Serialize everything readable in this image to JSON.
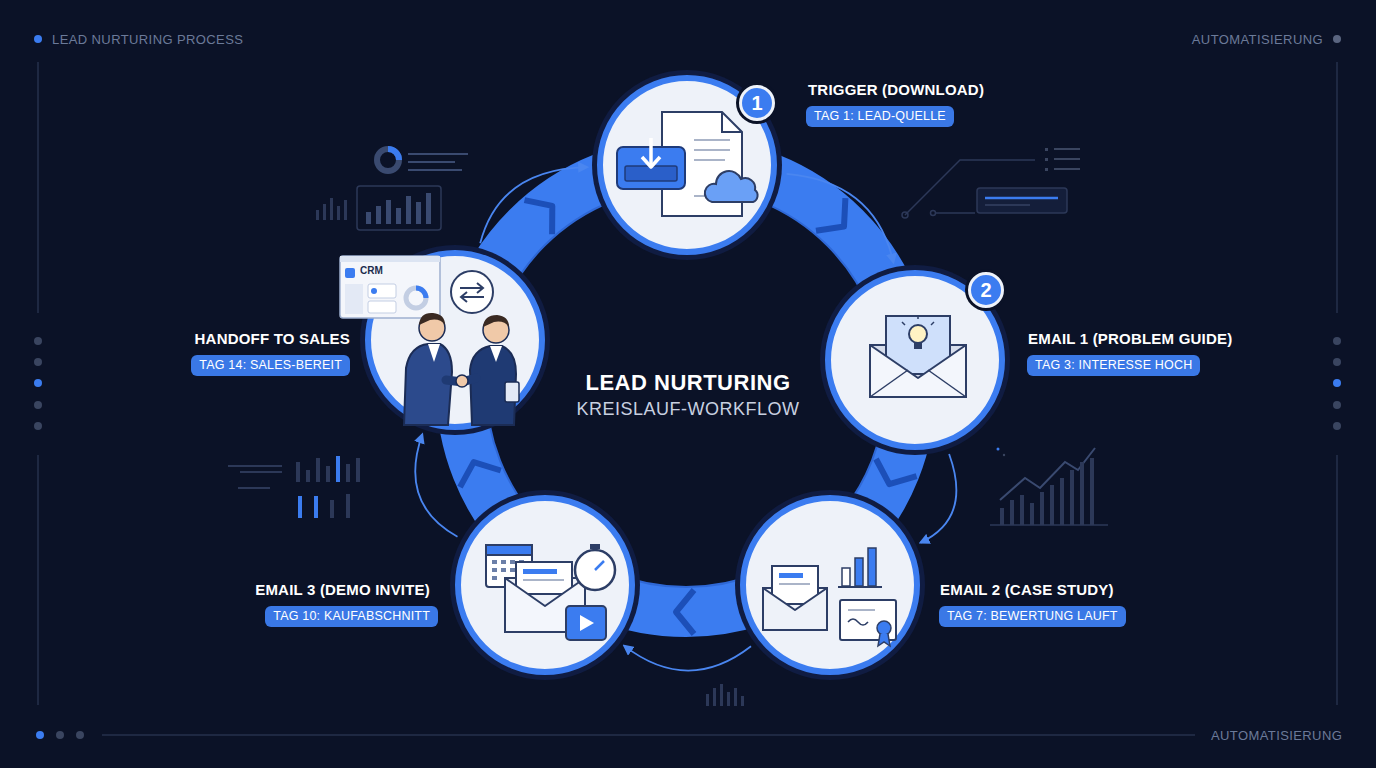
{
  "diagram": {
    "title": "LEAD NURTURING",
    "nodes": [
      {
        "text": [
          "TRIGGER (DOWNLOAD)",
          "TAG 1: LEAD-QUELLE"
        ]
      },
      {
        "text": [
          "EMAIL 1 (PROBLEM GUIDE)",
          "TAG 3: INTERESSE HOCH"
        ]
      },
      {
        "text": [
          "EMAIL 2 (CASE STUDY)",
          "TAG 7: BEWERTUNG LAUFT"
        ]
      },
      {
        "text": [
          "EMAIL 3 (DEMO INVITE)",
          "TAG 10: KAUFABSCHNITT"
        ]
      },
      {
        "text": [
          "HANDOFF TO SALES",
          "TAG 14: SALES-BEREIT"
        ]
      }
    ],
    "edges": [
      {
        "from": 0,
        "to": 1,
        "arrow": "to"
      },
      {
        "from": 1,
        "to": 2,
        "arrow": "to"
      },
      {
        "from": 2,
        "to": 3,
        "arrow": "to"
      },
      {
        "from": 3,
        "to": 4,
        "arrow": "to"
      },
      {
        "from": 4,
        "to": 0,
        "arrow": "to"
      }
    ],
    "labels": [
      "LEAD NURTURING PROCESS",
      "AUTOMATISIERUNG",
      "KREISLAUF-WORKFLOW",
      "1",
      "2",
      "CRM",
      "AUTOMATISIERUNG"
    ]
  }
}
